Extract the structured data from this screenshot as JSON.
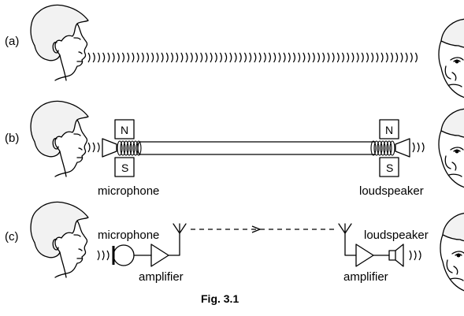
{
  "parts": [
    {
      "id": "a",
      "label": "(a)"
    },
    {
      "id": "b",
      "label": "(b)",
      "microphone_label": "microphone",
      "loudspeaker_label": "loudspeaker",
      "magnet_north": "N",
      "magnet_south": "S"
    },
    {
      "id": "c",
      "label": "(c)",
      "microphone_label": "microphone",
      "loudspeaker_label": "loudspeaker",
      "amplifier_left_label": "amplifier",
      "amplifier_right_label": "amplifier"
    }
  ],
  "caption": "Fig. 3.1"
}
